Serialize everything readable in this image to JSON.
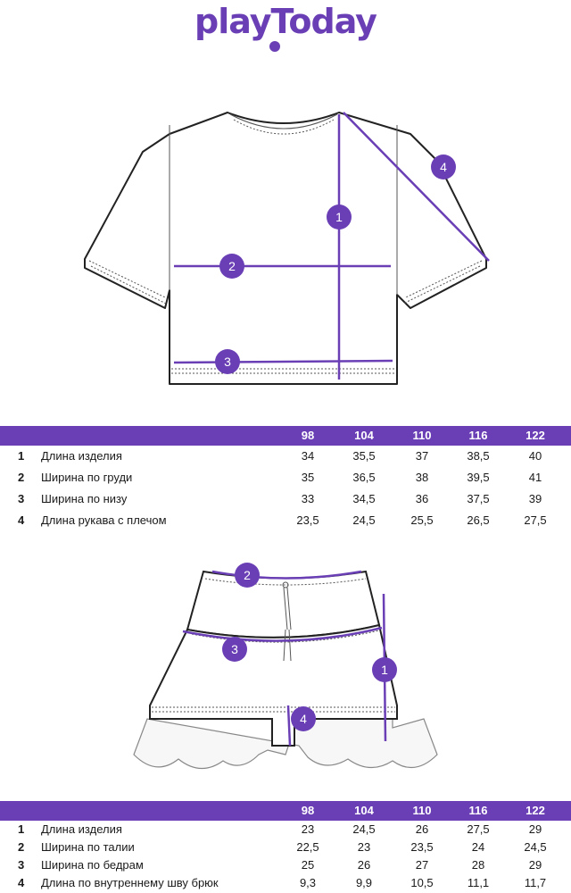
{
  "brand": {
    "logo_text": "playToday",
    "accent_color": "#6a3fb5"
  },
  "tshirt_markers": [
    "1",
    "2",
    "3",
    "4"
  ],
  "skirt_markers": [
    "1",
    "2",
    "3",
    "4"
  ],
  "tshirt_table": {
    "sizes": [
      "98",
      "104",
      "110",
      "116",
      "122"
    ],
    "rows": [
      {
        "num": "1",
        "label": "Длина изделия",
        "values": [
          "34",
          "35,5",
          "37",
          "38,5",
          "40"
        ]
      },
      {
        "num": "2",
        "label": "Ширина по груди",
        "values": [
          "35",
          "36,5",
          "38",
          "39,5",
          "41"
        ]
      },
      {
        "num": "3",
        "label": "Ширина по низу",
        "values": [
          "33",
          "34,5",
          "36",
          "37,5",
          "39"
        ]
      },
      {
        "num": "4",
        "label": "Длина рукава с плечом",
        "values": [
          "23,5",
          "24,5",
          "25,5",
          "26,5",
          "27,5"
        ]
      }
    ]
  },
  "skirt_table": {
    "sizes": [
      "98",
      "104",
      "110",
      "116",
      "122"
    ],
    "rows": [
      {
        "num": "1",
        "label": "Длина изделия",
        "values": [
          "23",
          "24,5",
          "26",
          "27,5",
          "29"
        ]
      },
      {
        "num": "2",
        "label": "Ширина по талии",
        "values": [
          "22,5",
          "23",
          "23,5",
          "24",
          "24,5"
        ]
      },
      {
        "num": "3",
        "label": "Ширина по бедрам",
        "values": [
          "25",
          "26",
          "27",
          "28",
          "29"
        ]
      },
      {
        "num": "4",
        "label": "Длина по внутреннему шву брюк",
        "values": [
          "9,3",
          "9,9",
          "10,5",
          "11,1",
          "11,7"
        ]
      }
    ]
  }
}
